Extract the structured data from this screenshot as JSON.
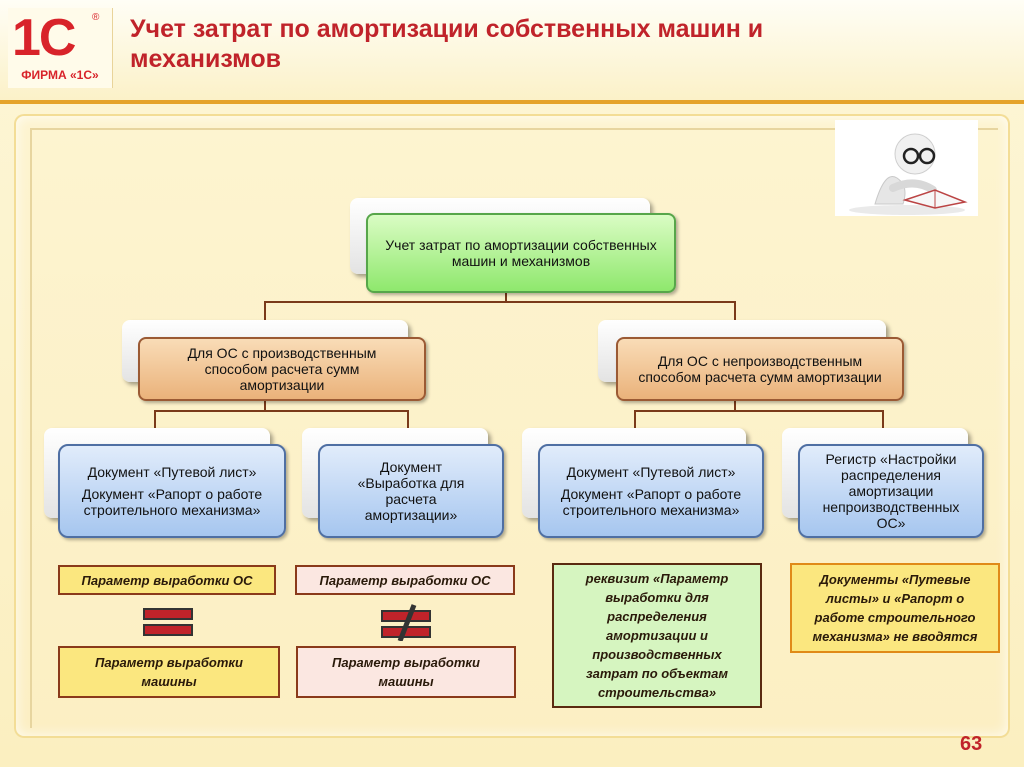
{
  "header": {
    "logo_text": "1С",
    "logo_sub": "ФИРМА «1С»",
    "registered_mark": "®",
    "title": "Учет затрат по амортизации собственных машин и механизмов"
  },
  "diagram": {
    "root": "Учет затрат по амортизации собственных машин и механизмов",
    "branch_left": "Для ОС с производственным способом расчета сумм амортизации",
    "branch_right": "Для ОС с непроизводственным способом расчета сумм амортизации",
    "leaf1_line1": "Документ «Путевой лист»",
    "leaf1_line2": "Документ «Рапорт о работе строительного механизма»",
    "leaf2": "Документ «Выработка для расчета амортизации»",
    "leaf3_line1": "Документ «Путевой лист»",
    "leaf3_line2": "Документ «Рапорт о работе строительного механизма»",
    "leaf4": "Регистр «Настройки распределения амортизации непроизводственных ОС»"
  },
  "notes": {
    "param_os_1": "Параметр выработки ОС",
    "param_machine_1": "Параметр выработки машины",
    "param_os_2": "Параметр выработки ОС",
    "param_machine_2": "Параметр выработки машины",
    "equal_symbol": "=",
    "not_equal_symbol": "≠",
    "attribute_note": "реквизит «Параметр выработки для распределения амортизации и производственных затрат по объектам строительства»",
    "documents_note": "Документы «Путевые листы» и «Рапорт о работе строительного механизма» не вводятся"
  },
  "colors": {
    "brand_red": "#d8232a",
    "green_box": "#8fe86d",
    "orange_box": "#eab27b",
    "blue_box": "#a6c6ef",
    "note_yellow": "#fbe77f",
    "note_pink": "#fbe7e1"
  },
  "illustration": "reading-man-with-glasses-icon",
  "page_number": "63"
}
